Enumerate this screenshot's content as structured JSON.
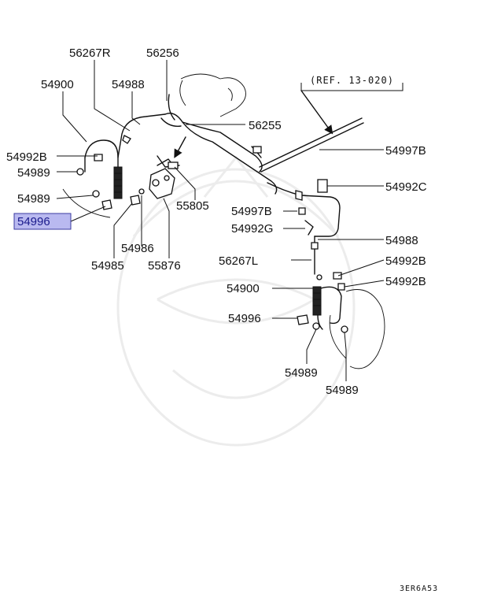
{
  "diagram": {
    "labels": {
      "p56267R": "56267R",
      "p56256": "56256",
      "p54900a": "54900",
      "p54988a": "54988",
      "p56255": "56255",
      "p54992Ba": "54992B",
      "p54989a": "54989",
      "p54989b": "54989",
      "p54996a": "54996",
      "p54986": "54986",
      "p54985": "54985",
      "p55876": "55876",
      "p55805": "55805",
      "ref": "(REF. 13-020)",
      "p54997Ba": "54997B",
      "p54992C": "54992C",
      "p54997Bb": "54997B",
      "p54992G": "54992G",
      "p54988b": "54988",
      "p56267L": "56267L",
      "p54992Bb": "54992B",
      "p54900b": "54900",
      "p54992Bc": "54992B",
      "p54996b": "54996",
      "p54989c": "54989",
      "p54989d": "54989"
    },
    "code": "3ER6A53",
    "highlight_color": "#b9b9f0"
  }
}
